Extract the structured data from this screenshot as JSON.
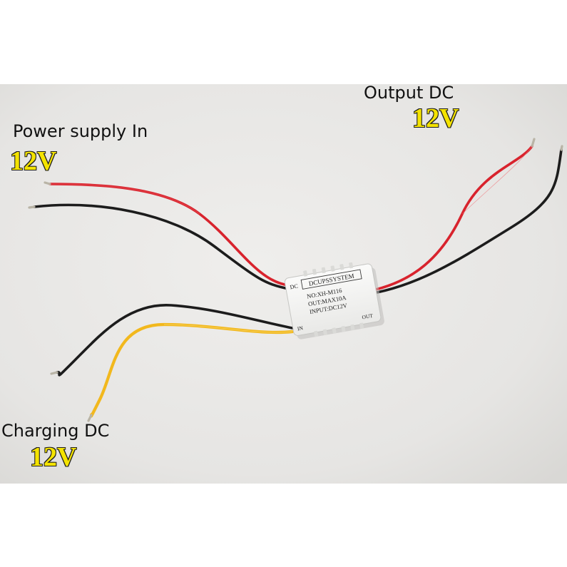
{
  "labels": {
    "power_in": {
      "caption": "Power supply In",
      "voltage": "12V"
    },
    "output": {
      "caption": "Output DC",
      "voltage": "12V"
    },
    "charging": {
      "caption": "Charging DC",
      "voltage": "12V"
    }
  },
  "module": {
    "corner_left": "DC",
    "brand": "DCUPSSYSTEM",
    "model": "NO:XH-M116",
    "output_rating": "OUT:MAX10A",
    "input_rating": "INPUT:DC12V",
    "in_marker": "IN",
    "out_marker": "OUT"
  },
  "colors": {
    "background": "#e7e6e4",
    "module_body": "#f6f6f4",
    "wire_red": "#d8232d",
    "wire_black": "#1c1c1c",
    "wire_yellow": "#f2b81d",
    "voltage_text": "#f4e300"
  }
}
